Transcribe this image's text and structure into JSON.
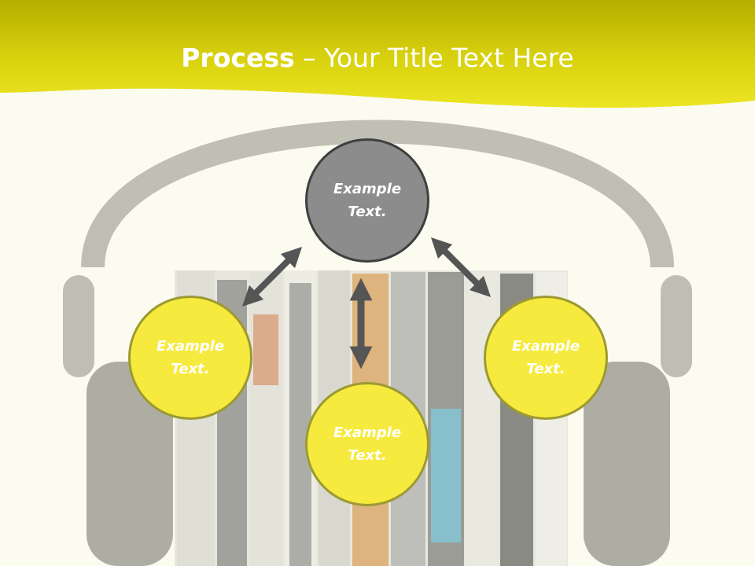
{
  "slide": {
    "title_bold": "Process",
    "title_rest": " – Your Title Text Here",
    "accent_color": "#e8dc1a",
    "background_color": "#fbfbf0"
  },
  "diagram": {
    "top_node": {
      "line1": "Example",
      "line2": "Text.",
      "color": "#8c8c8c"
    },
    "left_node": {
      "line1": "Example",
      "line2": "Text.",
      "color": "#f7ea3e"
    },
    "bottom_node": {
      "line1": "Example",
      "line2": "Text.",
      "color": "#f7ea3e"
    },
    "right_node": {
      "line1": "Example",
      "line2": "Text.",
      "color": "#f7ea3e"
    },
    "connectors": [
      "top-left",
      "center-vertical",
      "top-right"
    ],
    "background_image": "headphones-over-cd-cases"
  }
}
